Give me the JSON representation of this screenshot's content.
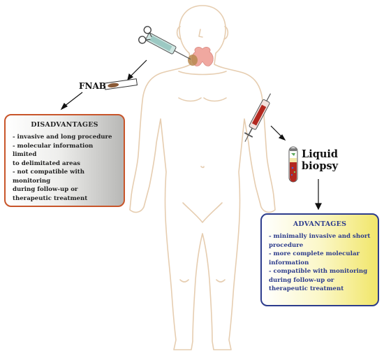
{
  "fnab": {
    "label": "FNAB"
  },
  "liquid": {
    "label_line1": "Liquid",
    "label_line2": "biopsy"
  },
  "disadvantages": {
    "title": "DISADVANTAGES",
    "items": [
      "- invasive and long  procedure",
      "- molecular information limited",
      "  to delimitated areas",
      "- not compatible with monitoring",
      "  during follow-up or",
      "  therapeutic treatment"
    ]
  },
  "advantages": {
    "title": "ADVANTAGES",
    "items": [
      "- minimally invasive and short",
      "  procedure",
      "- more complete molecular",
      "  information",
      "- compatible with monitoring",
      "  during follow-up or",
      "  therapeutic treatment"
    ]
  },
  "colors": {
    "body_outline": "#e6cdb0",
    "disadvantages_border": "#c8552a",
    "advantages_border": "#2d3c8c",
    "thyroid": "#f0a8a0",
    "blood": "#b2271f"
  }
}
